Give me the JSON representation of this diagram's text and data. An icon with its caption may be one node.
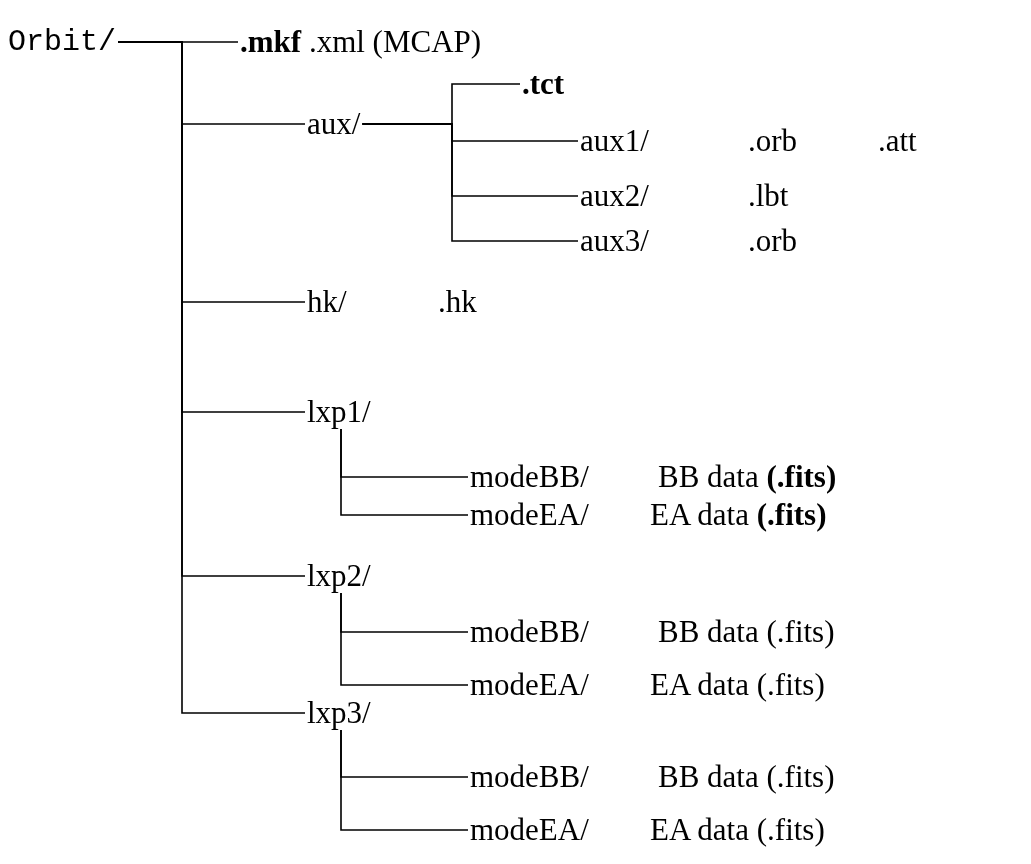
{
  "diagram": {
    "nodes": [
      {
        "text": [
          "Orbit/"
        ]
      },
      {
        "text": [
          "**.mkf** .xml (MCAP)"
        ]
      },
      {
        "text": [
          "aux/"
        ]
      },
      {
        "text": [
          ".tct"
        ]
      },
      {
        "text": [
          "aux1/"
        ],
        "beside": [
          ".orb",
          ".att"
        ]
      },
      {
        "text": [
          "aux2/"
        ],
        "beside": [
          ".lbt"
        ]
      },
      {
        "text": [
          "aux3/"
        ],
        "beside": [
          ".orb"
        ]
      },
      {
        "text": [
          "hk/"
        ],
        "beside": [
          ".hk"
        ]
      },
      {
        "text": [
          "lxp1/"
        ]
      },
      {
        "text": [
          "modeBB/"
        ],
        "beside": [
          "BB data **(.fits)**"
        ]
      },
      {
        "text": [
          "modeEA/"
        ],
        "beside": [
          "EA data **(.fits)**"
        ]
      },
      {
        "text": [
          "lxp2/"
        ]
      },
      {
        "text": [
          "modeBB/"
        ],
        "beside": [
          "BB data (.fits)"
        ]
      },
      {
        "text": [
          "modeEA/"
        ],
        "beside": [
          "EA data (.fits)"
        ]
      },
      {
        "text": [
          "lxp3/"
        ]
      },
      {
        "text": [
          "modeBB/"
        ],
        "beside": [
          "BB data (.fits)"
        ]
      },
      {
        "text": [
          "modeEA/"
        ],
        "beside": [
          "EA data (.fits)"
        ]
      }
    ],
    "edges": [
      {
        "from": 0,
        "to": 1,
        "arrow": "none"
      },
      {
        "from": 0,
        "to": 2,
        "arrow": "none"
      },
      {
        "from": 2,
        "to": 3,
        "arrow": "none"
      },
      {
        "from": 2,
        "to": 4,
        "arrow": "none"
      },
      {
        "from": 2,
        "to": 5,
        "arrow": "none"
      },
      {
        "from": 2,
        "to": 6,
        "arrow": "none"
      },
      {
        "from": 0,
        "to": 7,
        "arrow": "none"
      },
      {
        "from": 0,
        "to": 8,
        "arrow": "none"
      },
      {
        "from": 8,
        "to": 9,
        "arrow": "none"
      },
      {
        "from": 8,
        "to": 10,
        "arrow": "none"
      },
      {
        "from": 0,
        "to": 11,
        "arrow": "none"
      },
      {
        "from": 11,
        "to": 12,
        "arrow": "none"
      },
      {
        "from": 11,
        "to": 13,
        "arrow": "none"
      },
      {
        "from": 0,
        "to": 14,
        "arrow": "none"
      },
      {
        "from": 14,
        "to": 15,
        "arrow": "none"
      },
      {
        "from": 14,
        "to": 16,
        "arrow": "none"
      }
    ]
  }
}
